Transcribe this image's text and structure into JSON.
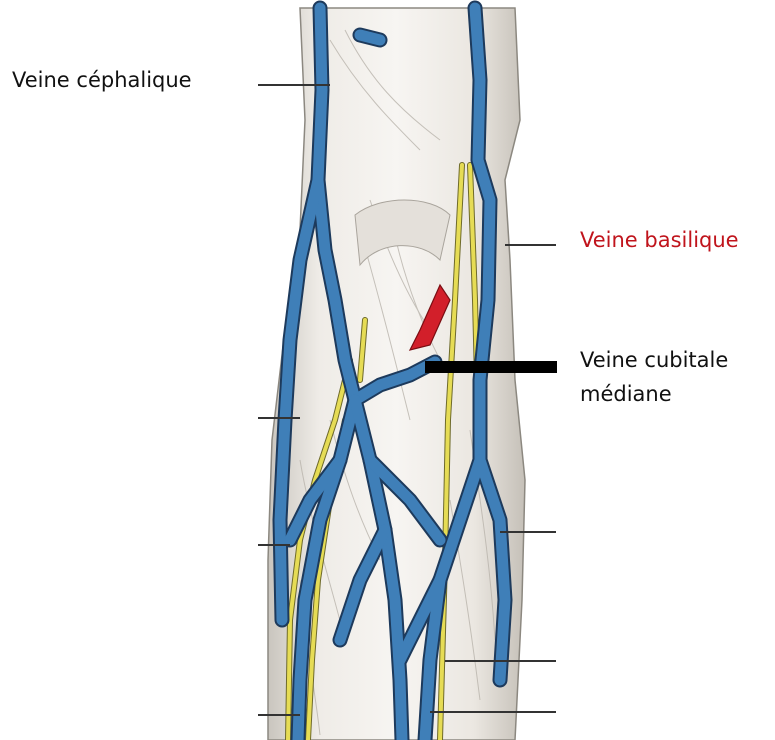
{
  "labels": {
    "cephalic_vein": "Veine céphalique",
    "basilic_vein": "Veine basilique",
    "median_cubital_vein_line1": "Veine cubitale",
    "median_cubital_vein_line2": "médiane"
  },
  "colors": {
    "vein": "#3f7fb8",
    "vein_outline": "#1d3a5c",
    "nerve": "#e6dc55",
    "artery": "#d21f2a",
    "highlight_label": "#c0141c",
    "skin": "#f2efea",
    "pointer_line": "#000000"
  }
}
